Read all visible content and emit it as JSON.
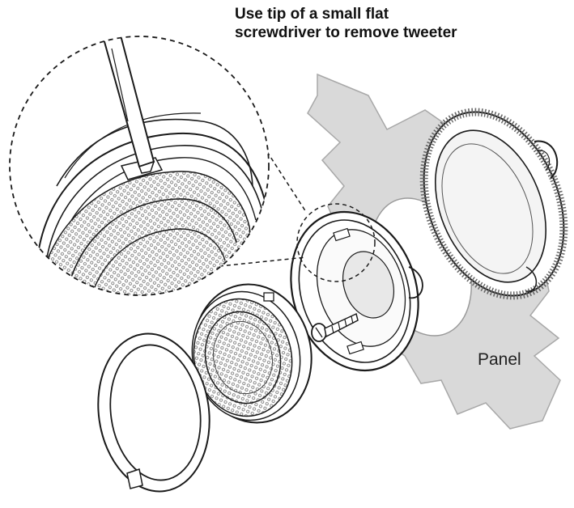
{
  "caption": {
    "line1": "Use tip of a small flat",
    "line2": "screwdriver to remove tweeter"
  },
  "labels": {
    "panel": "Panel"
  },
  "colors": {
    "panel_fill": "#d9d9d9",
    "panel_stroke": "#aaaaaa",
    "line": "#1a1a1a",
    "mesh": "#8a8a8a",
    "background": "#ffffff"
  },
  "icons": {
    "tool": "flat-screwdriver-icon",
    "fastener": "screw-icon"
  }
}
